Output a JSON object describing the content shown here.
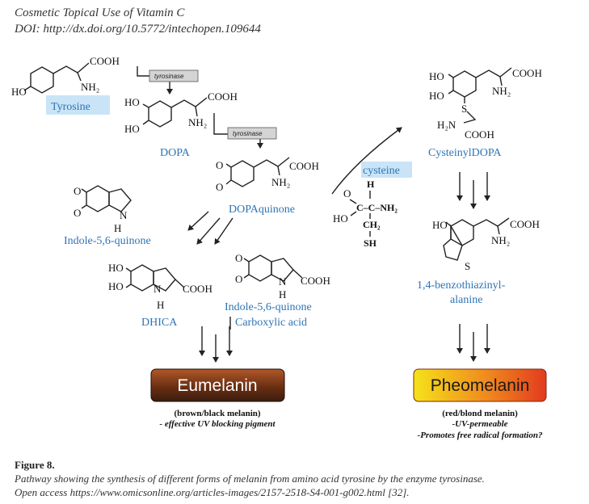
{
  "header": {
    "title": "Cosmetic Topical Use of Vitamin C",
    "doi": "DOI: http://dx.doi.org/10.5772/intechopen.109644"
  },
  "enzymes": {
    "tyrosinase_1": "tyrosinase",
    "tyrosinase_2": "tyrosinase"
  },
  "compounds": {
    "tyrosine": "Tyrosine",
    "dopa": "DOPA",
    "dopaquinone": "DOPAquinone",
    "indole_quinone": "Indole-5,6-quinone",
    "dhica": "DHICA",
    "indole_carboxylic_1": "Indole-5,6-quinone",
    "indole_carboxylic_2": "Carboxylic acid",
    "cysteine": "cysteine",
    "cysteinyldopa": "CysteinylDOPA",
    "benzothiazinyl_1": "1,4-benzothiazinyl-",
    "benzothiazinyl_2": "alanine"
  },
  "atoms": {
    "cooh": "COOH",
    "nh2": "NH₂",
    "ho": "HO",
    "o": "O",
    "h": "H",
    "n": "N",
    "s": "S",
    "sh": "SH",
    "h2n": "H₂N",
    "ch2": "CH₂",
    "c_nh2": "C–C–NH₂",
    "c": "C"
  },
  "products": {
    "eumelanin": {
      "label": "Eumelanin",
      "note1": "(brown/black melanin)",
      "note2": "- effective UV blocking pigment"
    },
    "pheomelanin": {
      "label": "Pheomelanin",
      "note1": "(red/blond melanin)",
      "note2": "-UV-permeable",
      "note3": "-Promotes free radical formation?"
    }
  },
  "colors": {
    "label_blue": "#2e74b5",
    "highlight": "#c9e4f7",
    "eumelanin_dark": "#3a1d0e",
    "eumelanin_light": "#b0582a",
    "pheomelanin_yellow": "#f5e21a",
    "pheomelanin_red": "#e23b1e"
  },
  "caption": {
    "title": "Figure 8.",
    "line1": "Pathway showing the synthesis of different forms of melanin from amino acid tyrosine by the enzyme tyrosinase.",
    "line2": "Open access https://www.omicsonline.org/articles-images/2157-2518-S4-001-g002.html [32]."
  }
}
